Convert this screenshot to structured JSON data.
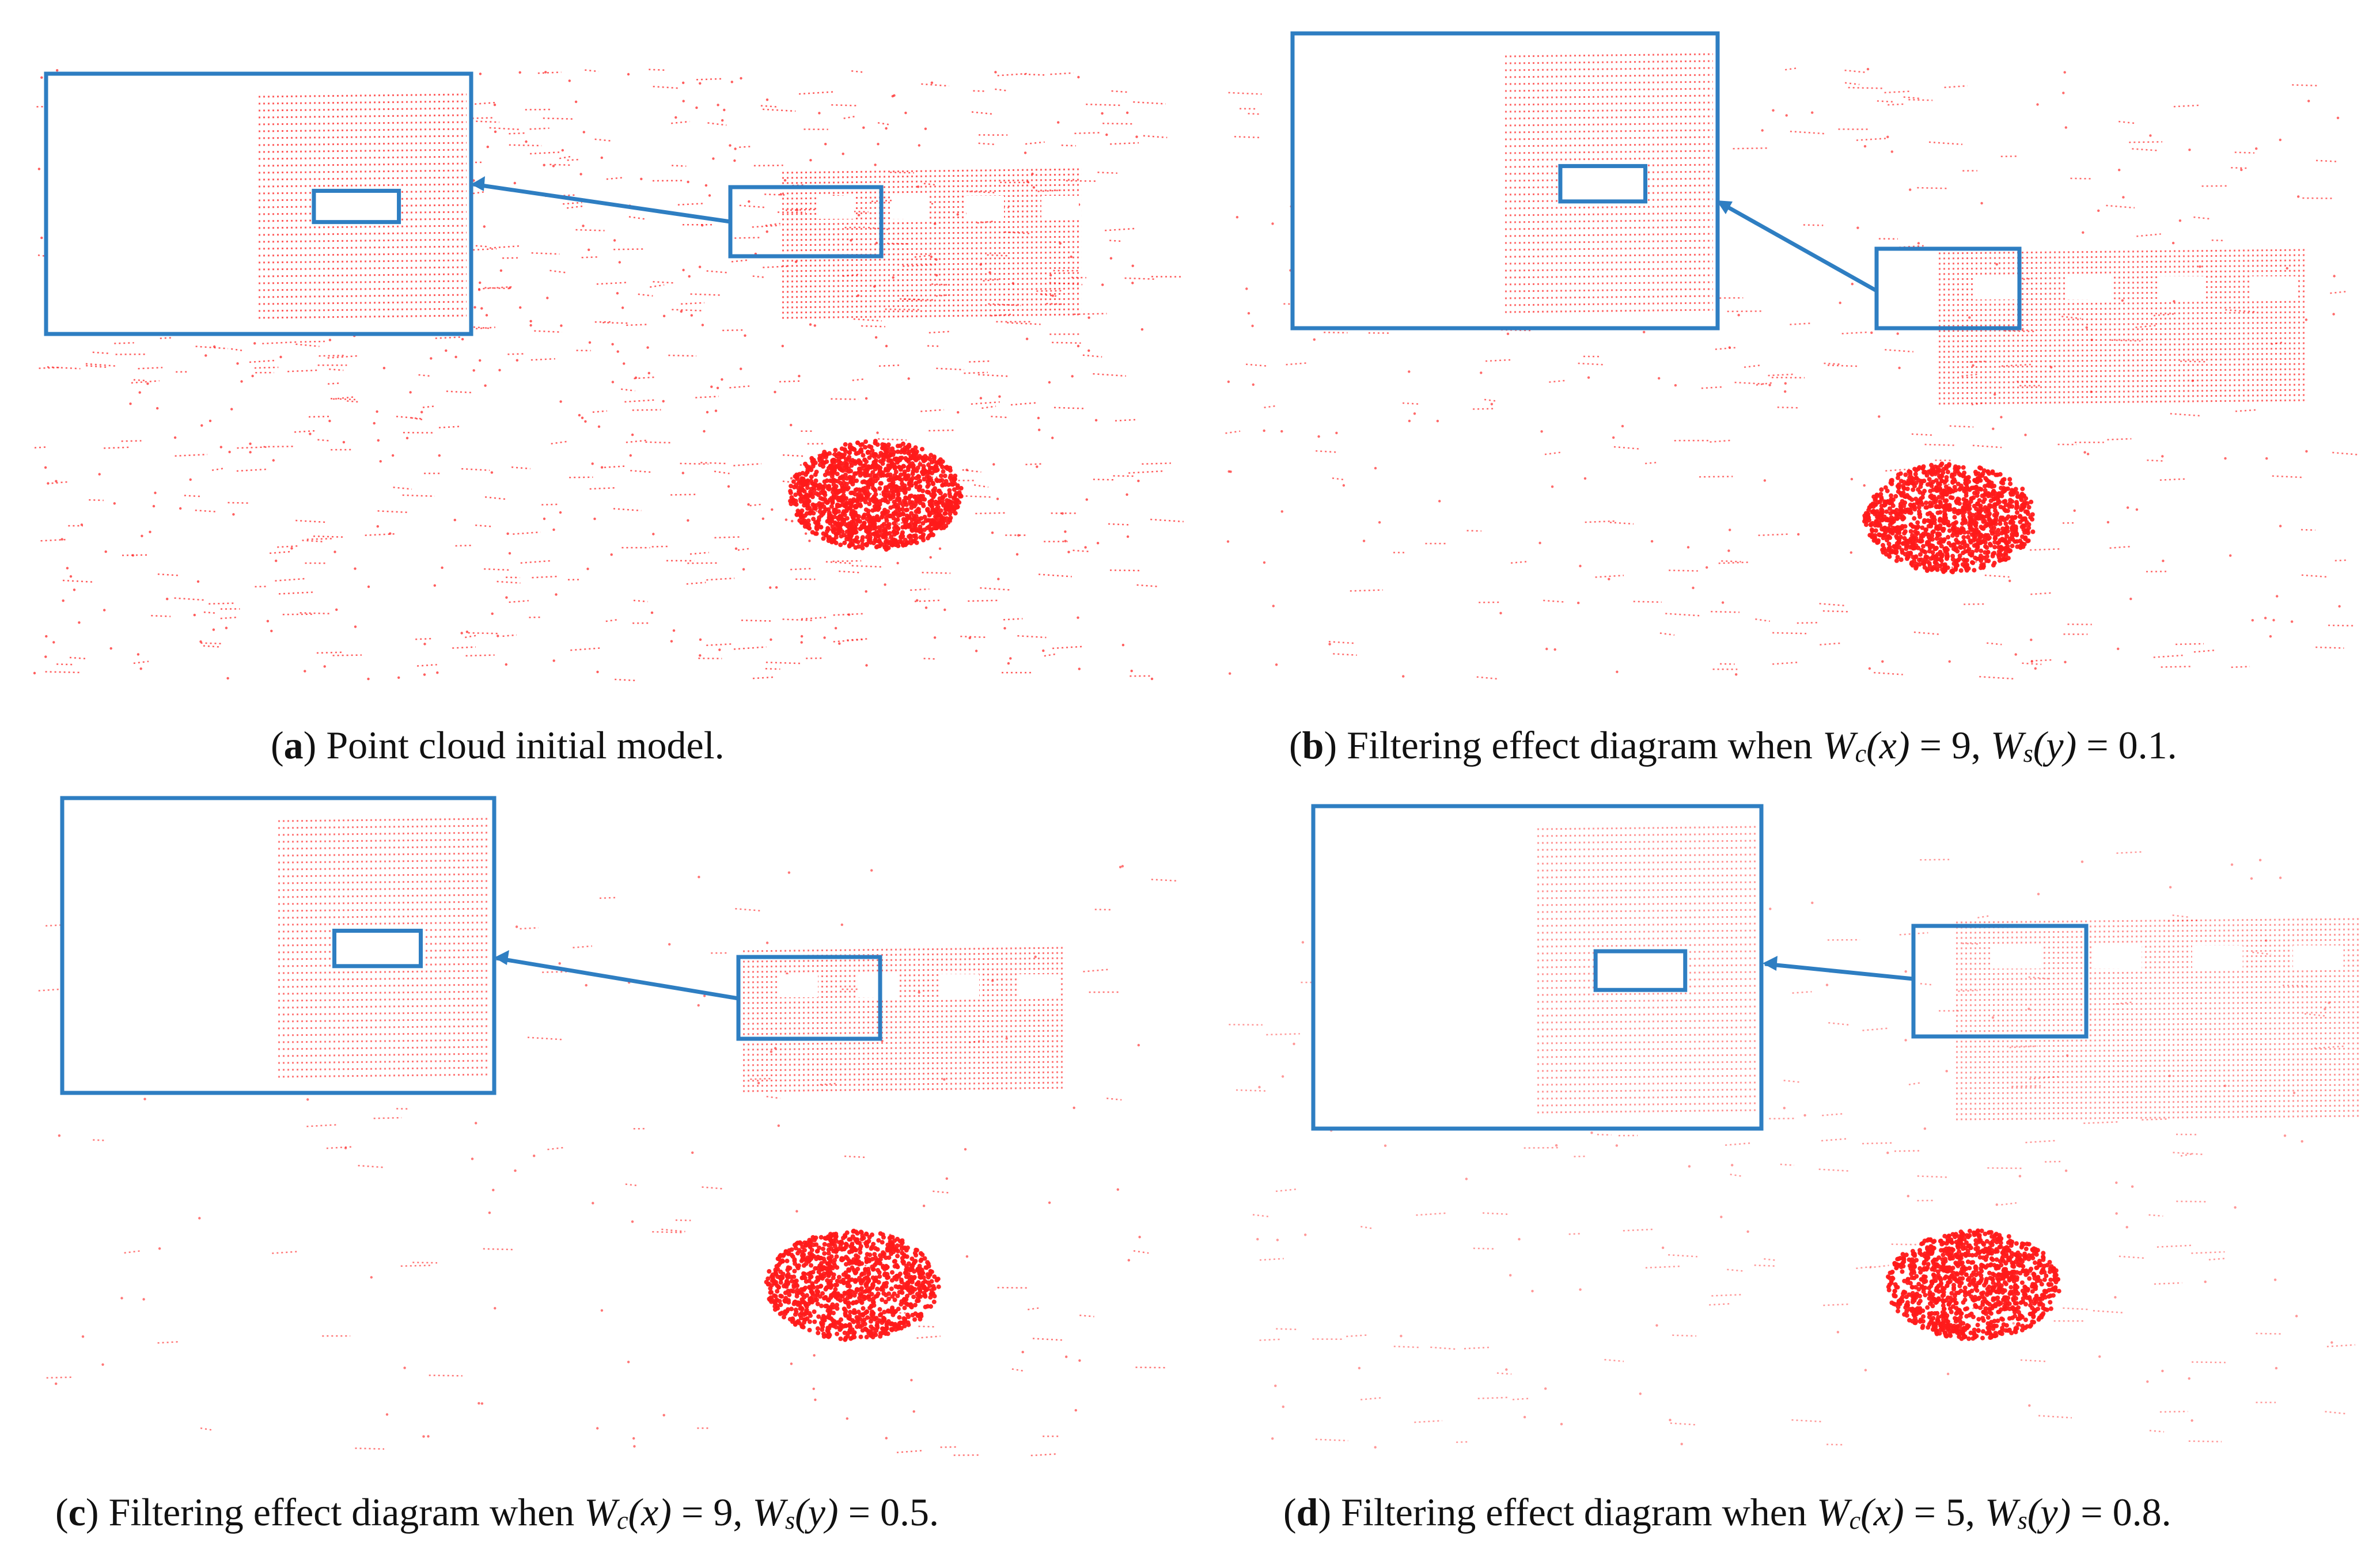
{
  "colors": {
    "points": "#ff1a1a",
    "callout": "#2e7ec2",
    "text": "#111111"
  },
  "panels": [
    {
      "id": "a",
      "letter": "a",
      "text": "Point cloud initial model.",
      "formula": null,
      "density": "high"
    },
    {
      "id": "b",
      "letter": "b",
      "text": "Filtering effect diagram when ",
      "formula": {
        "wc": "W",
        "wc_sub": "c",
        "wc_arg": "(x)",
        "wc_val": " = 9, ",
        "ws": "W",
        "ws_sub": "s",
        "ws_arg": "(y)",
        "ws_val": " = 0.1."
      },
      "density": "medium"
    },
    {
      "id": "c",
      "letter": "c",
      "text": "Filtering effect diagram when ",
      "formula": {
        "wc": "W",
        "wc_sub": "c",
        "wc_arg": "(x)",
        "wc_val": " = 9, ",
        "ws": "W",
        "ws_sub": "s",
        "ws_arg": "(y)",
        "ws_val": " = 0.5."
      },
      "density": "low"
    },
    {
      "id": "d",
      "letter": "d",
      "text": "Filtering effect diagram when ",
      "formula": {
        "wc": "W",
        "wc_sub": "c",
        "wc_arg": "(x)",
        "wc_val": " = 5, ",
        "ws": "W",
        "ws_sub": "s",
        "ws_arg": "(y)",
        "ws_val": " = 0.8."
      },
      "density": "medium-soft"
    }
  ]
}
